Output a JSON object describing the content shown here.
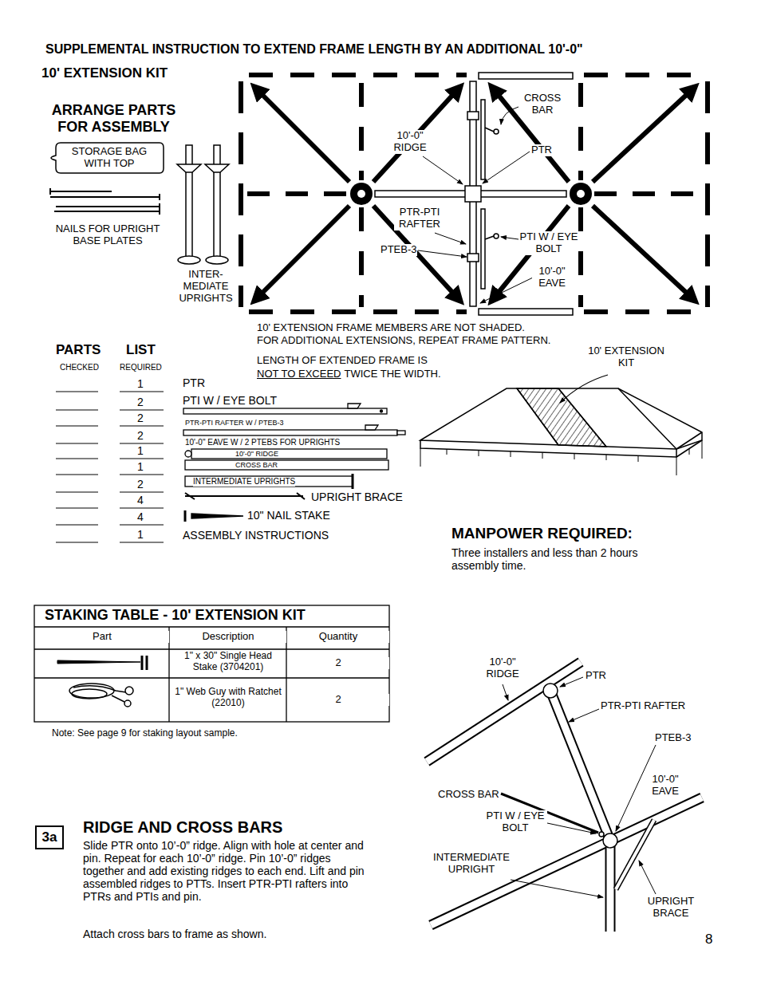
{
  "diagram": {
    "title": "SUPPLEMENTAL INSTRUCTION TO EXTEND FRAME LENGTH BY AN ADDITIONAL 10'-0\"",
    "nodes": [
      {
        "text": [
          "STORAGE BAG WITH TOP"
        ]
      },
      {
        "text": [
          "3a"
        ]
      }
    ],
    "labels": [
      "10' EXTENSION KIT",
      "ARRANGE PARTS FOR ASSEMBLY",
      "NAILS FOR UPRIGHT BASE PLATES",
      "INTER- MEDIATE UPRIGHTS",
      "CROSS BAR",
      "10'-0\" RIDGE",
      "PTR",
      "PTR-PTI RAFTER",
      "PTI W / EYE BOLT",
      "PTEB-3",
      "10'-0\" EAVE",
      "10' EXTENSION FRAME MEMBERS ARE NOT SHADED.",
      "FOR ADDITIONAL EXTENSIONS, REPEAT FRAME PATTERN.",
      "LENGTH OF EXTENDED FRAME IS",
      "NOT TO EXCEED",
      "TWICE THE WIDTH.",
      "10' EXTENSION KIT",
      "PARTS",
      "LIST",
      "CHECKED",
      "REQUIRED",
      "1",
      "PTR",
      "2",
      "PTI W / EYE BOLT",
      "2",
      "PTR-PTI RAFTER W / PTEB-3",
      "2",
      "10'-0\" EAVE W / 2 PTEBS FOR UPRIGHTS",
      "1",
      "10'-0\" RIDGE",
      "1",
      "CROSS BAR",
      "2",
      "INTERMEDIATE UPRIGHTS",
      "4",
      "UPRIGHT BRACE",
      "4",
      "10\" NAIL STAKE",
      "1",
      "ASSEMBLY INSTRUCTIONS",
      "MANPOWER REQUIRED:",
      "Three installers and less than 2 hours assembly time.",
      "STAKING TABLE - 10' EXTENSION KIT",
      "Part",
      "Description",
      "Quantity",
      "1\" x 30\" Single Head Stake (3704201)",
      "2",
      "1\" Web Guy with Ratchet (22010)",
      "2",
      "Note: See page 9 for staking layout sample.",
      "10'-0\" RIDGE",
      "PTR",
      "PTR-PTI RAFTER",
      "PTEB-3",
      "10'-0\" EAVE",
      "CROSS BAR",
      "PTI W / EYE BOLT",
      "INTERMEDIATE UPRIGHT",
      "UPRIGHT BRACE",
      "RIDGE AND CROSS BARS",
      "Slide PTR onto 10’-0” ridge. Align with hole at center and pin. Repeat for each 10’-0” ridge. Pin 10’-0” ridges together and add existing ridges to each end. Lift and pin assembled ridges to PTTs. Insert PTR-PTI rafters into PTRs and PTIs and pin.",
      "Attach cross bars to frame as shown.",
      "8"
    ]
  }
}
